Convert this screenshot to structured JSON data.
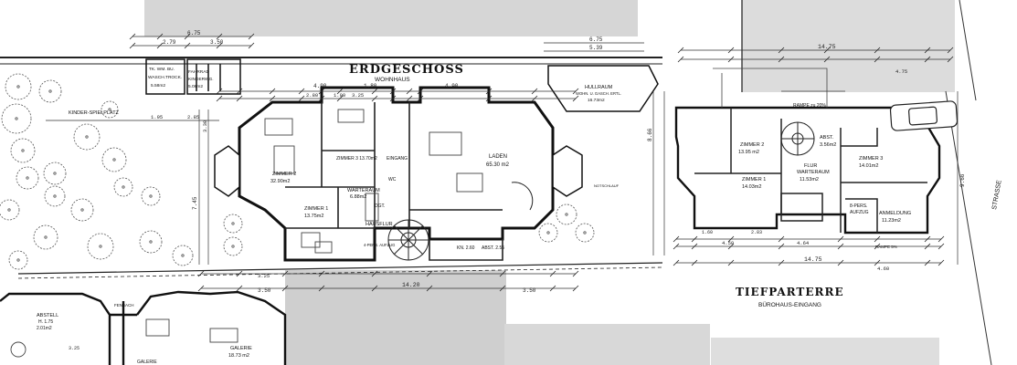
{
  "titles": {
    "erdgeschoss": "ERDGESCHOSS",
    "wohnhaus": "WOHNHAUS",
    "tiefparterre": "TIEFPARTERRE",
    "buerohaus": "BÜROHAUS-EINGANG"
  },
  "ground_floor_rooms": {
    "zimmer2_name": "ZIMMER 2",
    "zimmer2_area": "32.90m2",
    "zimmer3": "ZIMMER 3 13.70m2",
    "eingang": "EINGANG",
    "warteraum_name": "WARTERAUM",
    "warteraum_area": "6.88m2",
    "zimmer1_name": "ZIMMER 1",
    "zimmer1_area": "13.75m2",
    "hausflur": "HAUSFLUR",
    "laden_name": "LADEN",
    "laden_area": "65.30 m2",
    "kn": "KN. 2.60",
    "abst": "ABST. 2.55",
    "wc": "WC",
    "dgt": "DGT.",
    "pers": "4-PERS. AUFZUG",
    "notschlauf": "NOTSCHLAUF"
  },
  "outside": {
    "kinderspielplatz": "KINDER-SPIELPLATZ",
    "tk_wm_bu": "TK. WM. BU.",
    "waschtrock": "WASCH.TROCK.",
    "waschtrock_area": "5.58m2",
    "fahrrad": "FAHRRAD",
    "kinderwg": "KINDERWG.",
    "fahrrad_area": "5.08m2",
    "hullraum_name": "HULLRAUM",
    "hullraum_sub": "WOHN. U. GASCH. ERTL.",
    "hullraum_area": "16.73m2",
    "strasse": "STRASSE"
  },
  "tief_rooms": {
    "abst": "ABST.",
    "abst_area": "3.56m2",
    "zimmer2_name": "ZIMMER 2",
    "zimmer2_area": "13.95 m2",
    "zimmer3_name": "ZIMMER 3",
    "zimmer3_area": "14.01m2",
    "flur": "FLUR",
    "warteraum": "WARTERAUM",
    "warteraum_area": "11.53m2",
    "zimmer1_name": "ZIMMER 1",
    "zimmer1_area": "14.03m2",
    "pers_name": "8-PERS.",
    "pers_sub": "AUFZUG",
    "anmeldung_name": "ANMELDUNG",
    "anmeldung_area": "11.23m2",
    "rampe": "RAMPE zu 20%",
    "rampe2": "RAMPE 5%"
  },
  "lower_left": {
    "abstell_name": "ABSTELL",
    "abstell_h": "H. 1.75",
    "abstell_area": "2.01m2",
    "galerie_name": "GALERIE",
    "galerie_area": "18.73 m2",
    "fenbach": "FENBACH",
    "galerie2": "GALERIE"
  },
  "dimensions": {
    "d675a": "6.75",
    "d279": "2.79",
    "d350a": "3.50",
    "d350b": "3.50",
    "d490a": "4.90",
    "d180": "1.80",
    "d490b": "4.90",
    "d280": "2.80",
    "d100": "1.00",
    "d325a": "3.25",
    "d195": "1.95",
    "d285": "2.85",
    "d1420": "14.20",
    "d325b": "3.25",
    "d350c": "3.50",
    "d350d": "3.50",
    "d675b": "6.75",
    "d539": "5.39",
    "d1475a": "14.75",
    "d1475b": "14.75",
    "d475": "4.75",
    "d450": "4.50",
    "d464": "4.64",
    "d460": "4.60",
    "d745": "7.45",
    "d330": "3.30",
    "d866": "8.66",
    "d966": "9.66",
    "d283": "2.83",
    "d160": "1.60",
    "d325c": "3.25"
  }
}
